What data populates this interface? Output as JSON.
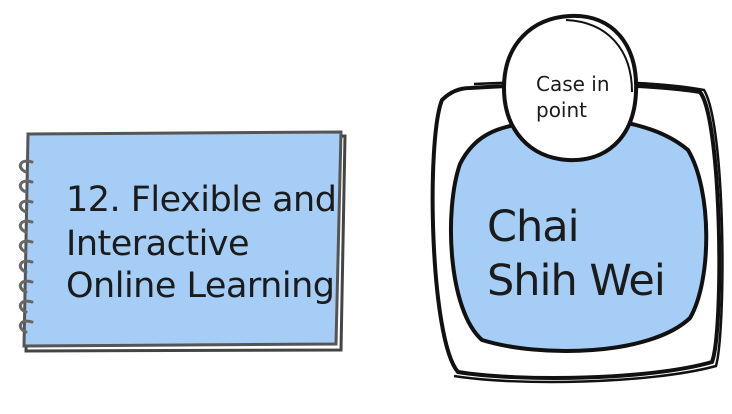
{
  "notebook": {
    "title_lines": [
      "12. Flexible and",
      "Interactive",
      "Online Learning"
    ],
    "fill_color": "#a5cdf5",
    "stroke_color": "#555555",
    "ring_color": "#666666"
  },
  "case_study": {
    "badge_lines": [
      "Case in",
      "point"
    ],
    "name_lines": [
      "Chai",
      "Shih Wei"
    ],
    "fill_color": "#a5cdf5",
    "outline_color": "#111111"
  }
}
